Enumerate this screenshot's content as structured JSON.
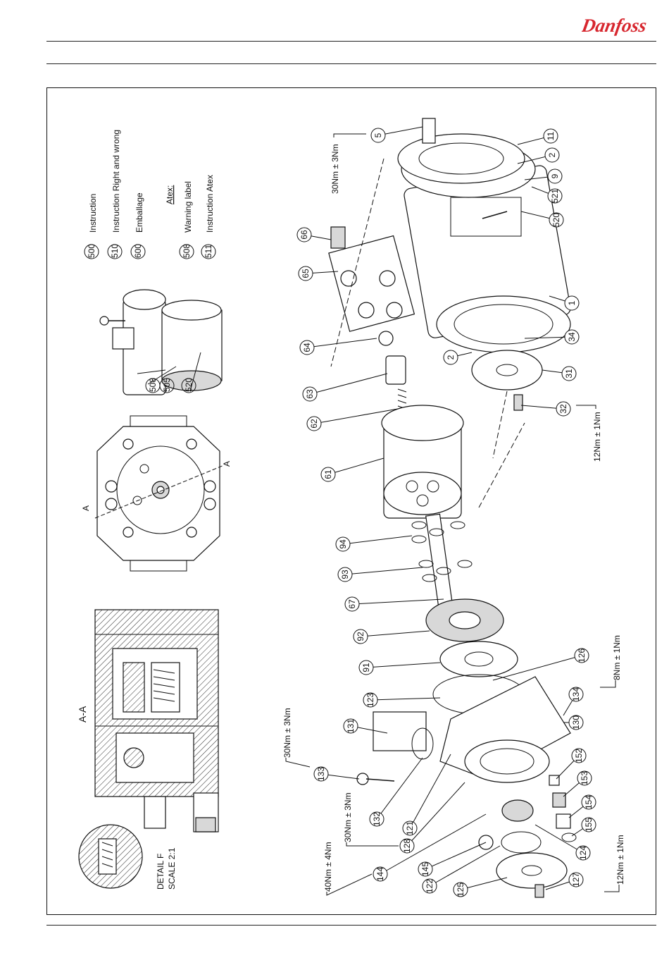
{
  "brand": {
    "logo_text": "Danfoss",
    "color": "#d7262e"
  },
  "section_view": {
    "title": "A-A",
    "detail_label": "DETAIL F",
    "detail_scale": "SCALE 2:1",
    "section_mark": "A"
  },
  "legend": {
    "items": [
      {
        "num": "500",
        "text": "Instruction"
      },
      {
        "num": "510",
        "text": "Instruction Right and wrong"
      },
      {
        "num": "600",
        "text": "Emballage"
      }
    ],
    "atex_heading": "Atex:",
    "atex_items": [
      {
        "num": "508",
        "text": "Warning label"
      },
      {
        "num": "511",
        "text": "Instruction Atex"
      }
    ]
  },
  "iso_view_callouts": [
    "508",
    "505",
    "520"
  ],
  "part_numbers": [
    "5",
    "11",
    "2",
    "9",
    "521",
    "520",
    "1",
    "34",
    "31",
    "32",
    "66",
    "65",
    "64",
    "2",
    "63",
    "62",
    "61",
    "94",
    "93",
    "67",
    "92",
    "91",
    "126",
    "123",
    "134",
    "131",
    "130",
    "133",
    "132",
    "121",
    "128",
    "144",
    "145",
    "122",
    "125",
    "127",
    "124",
    "152",
    "153",
    "154",
    "155"
  ],
  "torques": {
    "t1": "30Nm ± 3Nm",
    "t2": "12Nm ± 1Nm",
    "t3": "8Nm ± 1Nm",
    "t4": "30Nm ± 3Nm",
    "t5": "40Nm ± 4Nm",
    "t6": "30Nm ± 3Nm",
    "t7": "12Nm ± 1Nm"
  }
}
